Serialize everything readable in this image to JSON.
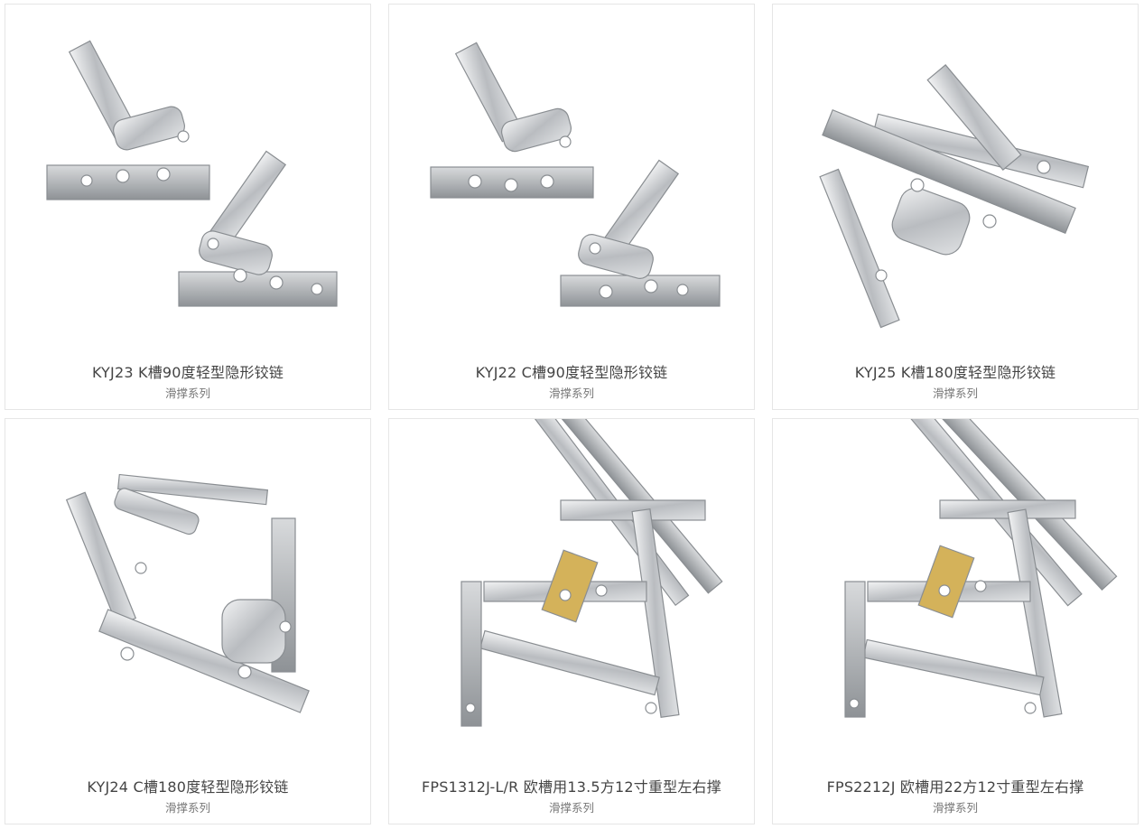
{
  "products": [
    {
      "title": "KYJ23 K槽90度轻型隐形铰链",
      "category": "滑撑系列",
      "icon": "hinge-90-k-image"
    },
    {
      "title": "KYJ22 C槽90度轻型隐形铰链",
      "category": "滑撑系列",
      "icon": "hinge-90-c-image"
    },
    {
      "title": "KYJ25 K槽180度轻型隐形铰链",
      "category": "滑撑系列",
      "icon": "hinge-180-k-image"
    },
    {
      "title": "KYJ24 C槽180度轻型隐形铰链",
      "category": "滑撑系列",
      "icon": "hinge-180-c-image"
    },
    {
      "title": "FPS1312J-L/R 欧槽用13.5方12寸重型左右撑",
      "category": "滑撑系列",
      "icon": "friction-stay-image"
    },
    {
      "title": "FPS2212J 欧槽用22方12寸重型左右撑",
      "category": "滑撑系列",
      "icon": "friction-stay-image"
    }
  ],
  "colors": {
    "border": "#e6e6e6",
    "title": "#444444",
    "category": "#777777",
    "steel": "#c9ccd0",
    "brass": "#d4b25a"
  }
}
